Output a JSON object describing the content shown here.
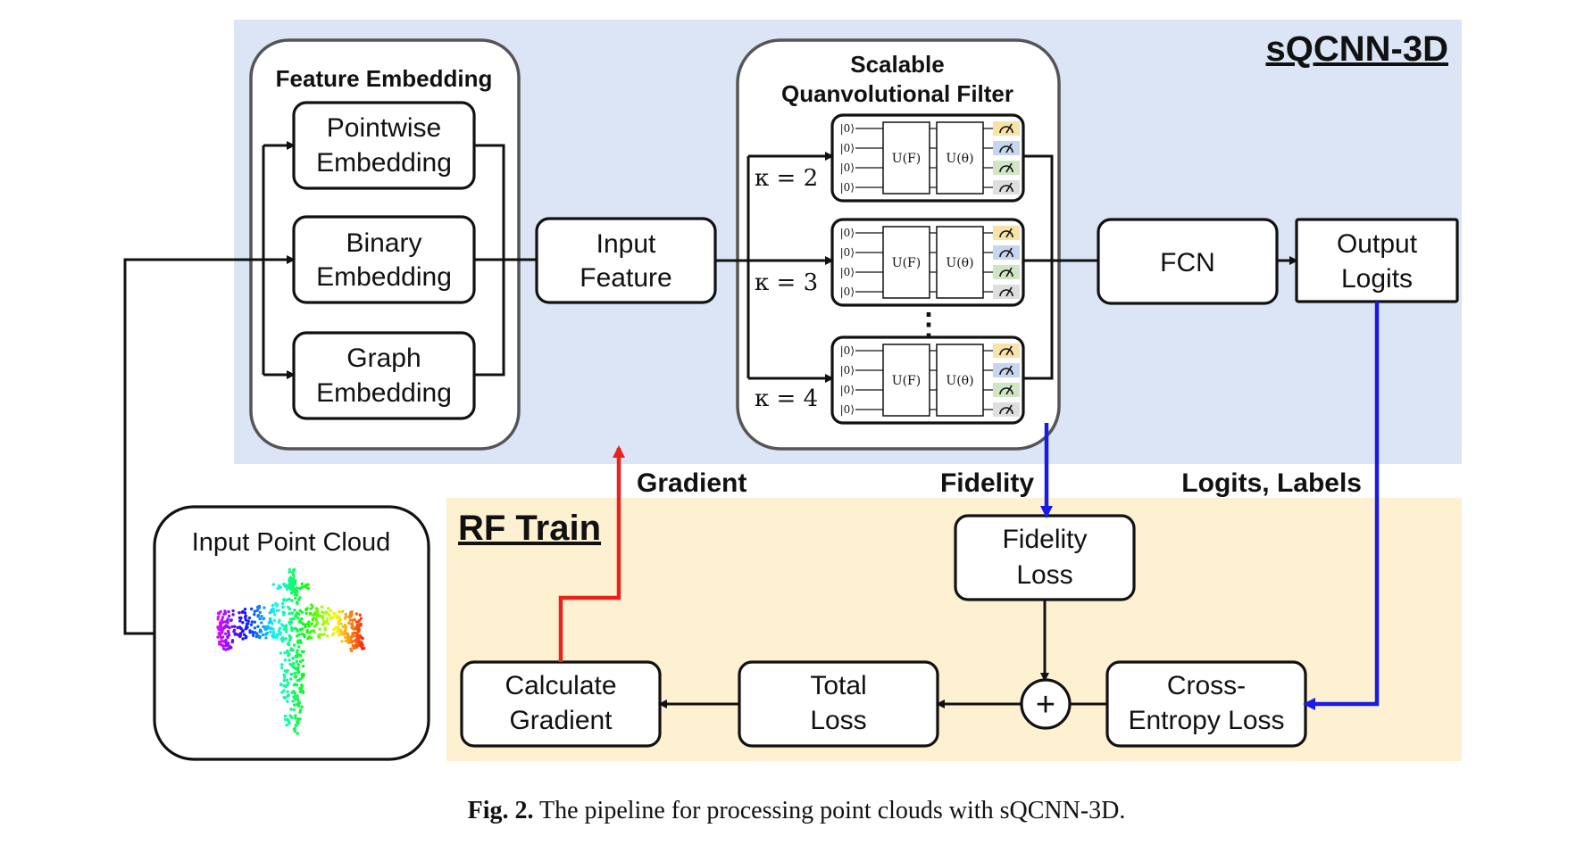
{
  "colors": {
    "top_region": "#dbe5f5",
    "bottom_region": "#fdf1d2",
    "gradient": "#e8221d",
    "blue_flow": "#1a1ae6",
    "meas_yellow": "#f7e2a8",
    "meas_blue": "#c6d6ef",
    "meas_green": "#cfe6c4",
    "meas_gray": "#dedede"
  },
  "regions": {
    "top_title": "sQCNN-3D",
    "bottom_title": "RF Train"
  },
  "feature_embedding": {
    "title": "Feature Embedding",
    "pointwise": [
      "Pointwise",
      "Embedding"
    ],
    "binary": [
      "Binary",
      "Embedding"
    ],
    "graph": [
      "Graph",
      "Embedding"
    ]
  },
  "input_feature": [
    "Input",
    "Feature"
  ],
  "sqf": {
    "title": [
      "Scalable",
      "Quanvolutional Filter"
    ],
    "kappas": [
      "κ = 2",
      "κ = 3",
      "κ = 4"
    ],
    "ket": "|0⟩",
    "gate_f": "U(F)",
    "gate_theta": "U(θ)",
    "dots": "⋮",
    "meter_icon": "measurement-meter-icon"
  },
  "fcn": "FCN",
  "output_logits": [
    "Output",
    "Logits"
  ],
  "input_point_cloud": {
    "title": "Input Point Cloud",
    "image_icon": "airplane-point-cloud"
  },
  "flow_labels": {
    "gradient": "Gradient",
    "fidelity": "Fidelity",
    "logits_labels": "Logits, Labels"
  },
  "fidelity_loss": [
    "Fidelity",
    "Loss"
  ],
  "cross_entropy": [
    "Cross-",
    "Entropy Loss"
  ],
  "total_loss": [
    "Total",
    "Loss"
  ],
  "calculate_gradient": [
    "Calculate",
    "Gradient"
  ],
  "sum_symbol": "+",
  "caption": {
    "label": "Fig. 2.",
    "text": "The pipeline for processing point clouds with sQCNN-3D."
  }
}
